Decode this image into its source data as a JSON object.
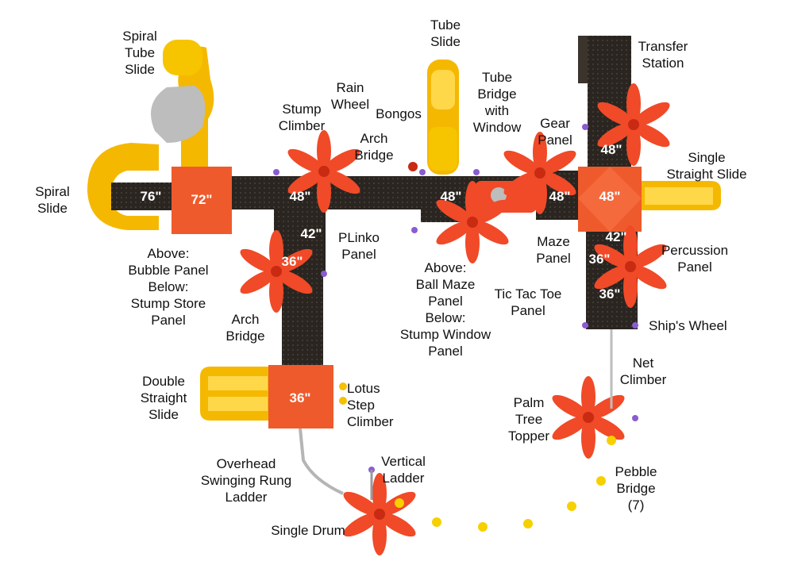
{
  "labels": {
    "spiral_tube_slide": "Spiral\nTube\nSlide",
    "spiral_slide": "Spiral\nSlide",
    "tube_slide": "Tube\nSlide",
    "transfer_station": "Transfer\nStation",
    "rain_wheel": "Rain\nWheel",
    "stump_climber": "Stump\nClimber",
    "bongos": "Bongos",
    "tube_bridge_window": "Tube\nBridge\nwith\nWindow",
    "gear_panel": "Gear\nPanel",
    "arch_bridge_top": "Arch\nBridge",
    "single_straight_slide": "Single\nStraight Slide",
    "bubble_stump_store": "Above:\nBubble Panel\nBelow:\nStump Store\nPanel",
    "plinko_panel": "PLinko\nPanel",
    "ball_maze_stump_window": "Above:\nBall Maze\nPanel\nBelow:\nStump Window\nPanel",
    "maze_panel": "Maze\nPanel",
    "percussion_panel": "Percussion\nPanel",
    "tic_tac_toe": "Tic Tac Toe\nPanel",
    "ships_wheel": "Ship's Wheel",
    "arch_bridge_left": "Arch\nBridge",
    "net_climber": "Net\nClimber",
    "double_straight_slide": "Double\nStraight\nSlide",
    "lotus_step_climber": "Lotus\nStep\nClimber",
    "palm_tree_topper": "Palm\nTree\nTopper",
    "overhead_ladder": "Overhead\nSwinging Rung\nLadder",
    "vertical_ladder": "Vertical\nLadder",
    "pebble_bridge": "Pebble\nBridge\n(7)",
    "single_drum": "Single Drum"
  },
  "heights": {
    "h76": "76\"",
    "h72": "72\"",
    "h48_a": "48\"",
    "h42_a": "42\"",
    "h36_a": "36\"",
    "h48_b": "48\"",
    "h48_c": "48\"",
    "h48_d": "48\"",
    "h48_e": "48\"",
    "h42_b": "42\"",
    "h36_b": "36\"",
    "h36_c": "36\"",
    "h36_d": "36\""
  },
  "colors": {
    "deck": "#2a2520",
    "roof": "#ef5a2c",
    "slide": "#f5b800",
    "post": "#8a5cd0"
  }
}
